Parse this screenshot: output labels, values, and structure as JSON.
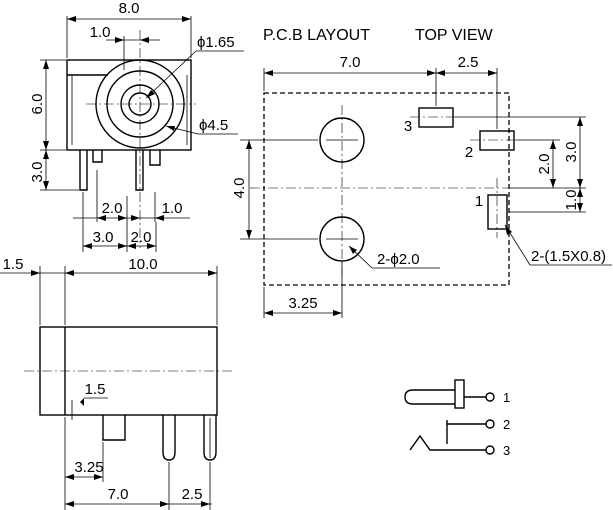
{
  "front_view": {
    "dims": {
      "width_total": "8.0",
      "offset_small": "1.0",
      "hole_diameter": "ϕ1.65",
      "body_diameter": "ϕ4.5",
      "height_upper": "6.0",
      "height_pins": "3.0",
      "pin_pitch_left": "2.0",
      "pin_offset_right": "1.0",
      "pin_base_a": "3.0",
      "pin_base_b": "2.0"
    }
  },
  "side_view": {
    "dims": {
      "flange": "1.5",
      "length": "10.0",
      "pin_inner": "1.5",
      "pin_offset": "3.25",
      "pin_span": "7.0",
      "pin_pitch": "2.5"
    }
  },
  "pcb_layout": {
    "title": "P.C.B LAYOUT",
    "subtitle": "TOP VIEW",
    "dims": {
      "width": "7.0",
      "pad_pitch_x": "2.5",
      "pad_pitch_y_total": "3.0",
      "pad_pitch_y_mid": "2.0",
      "pad_pitch_y_small": "1.0",
      "height": "4.0",
      "hole_offset": "3.25",
      "holes": "2-ϕ2.0",
      "pads": "2-(1.5X0.8)"
    },
    "pad_labels": [
      "1",
      "2",
      "3"
    ]
  },
  "schematic": {
    "pin_labels": [
      "1",
      "2",
      "3"
    ]
  }
}
